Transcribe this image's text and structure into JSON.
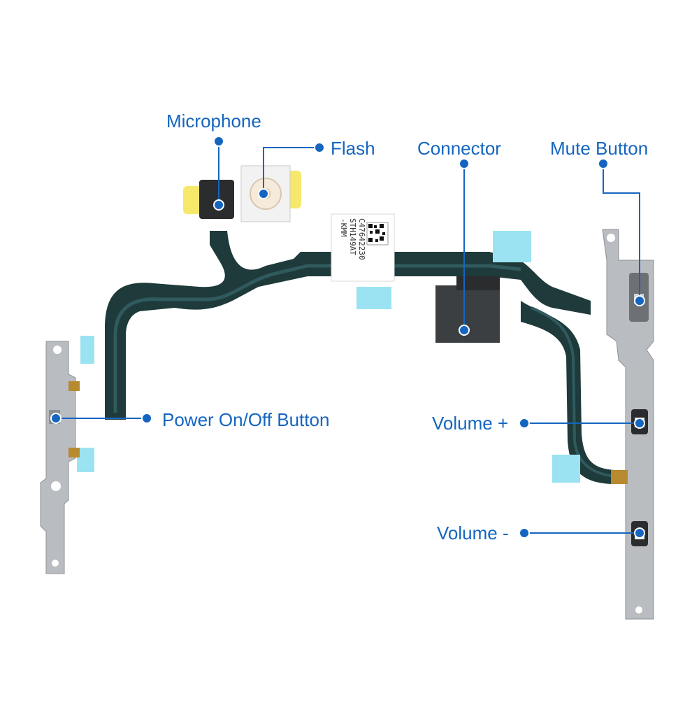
{
  "diagram": {
    "colors": {
      "label": "#1565c0",
      "callout": "#1565c0",
      "flex_cable": "#1f3a3a",
      "flex_trace": "#2f5a5e",
      "metal": "#b9bcc1",
      "stiffener_blue": "#9be3f2",
      "adhesive_yellow": "#f5e86a",
      "connector_pad": "#3c3f42"
    },
    "callouts": [
      {
        "id": "microphone",
        "label": "Microphone"
      },
      {
        "id": "flash",
        "label": "Flash"
      },
      {
        "id": "connector",
        "label": "Connector"
      },
      {
        "id": "mute",
        "label": "Mute Button"
      },
      {
        "id": "power",
        "label": "Power On/Off Button"
      },
      {
        "id": "volume_up",
        "label": "Volume +"
      },
      {
        "id": "volume_down",
        "label": "Volume -"
      }
    ],
    "sticker": {
      "lines": [
        "C47642230",
        "STH149AT",
        "-KMM"
      ]
    }
  }
}
